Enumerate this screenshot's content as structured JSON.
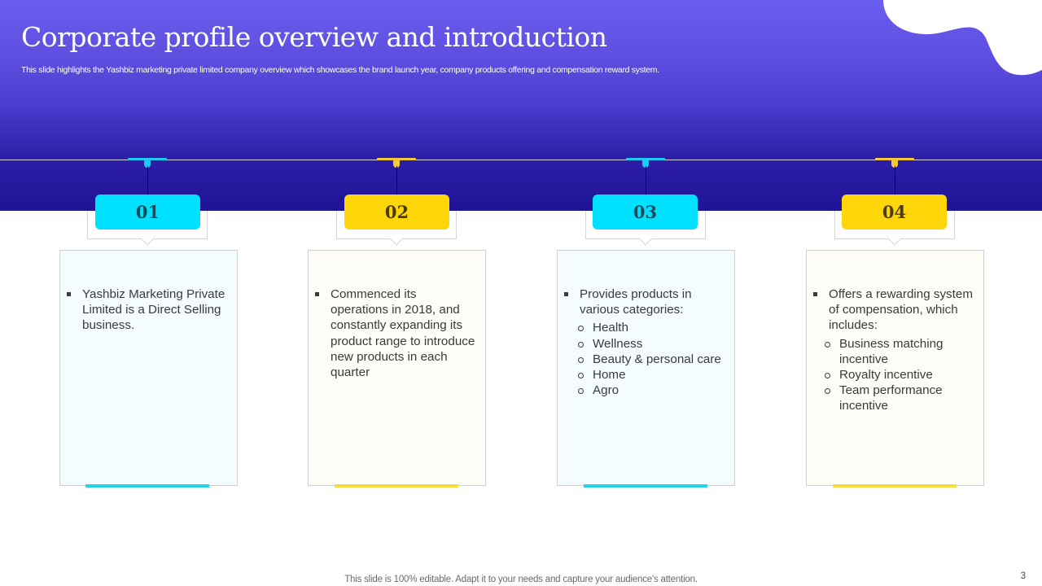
{
  "slide": {
    "title": "Corporate profile overview and introduction",
    "subtitle": "This slide highlights the Yashbiz marketing private limited company overview which showcases the brand launch year, company products offering and compensation reward system.",
    "footer": "This slide is 100% editable. Adapt it to your needs and capture your audience's attention.",
    "page_number": "3"
  },
  "colors": {
    "header_top": "#6a5cec",
    "header_bottom": "#1f1396",
    "cyan_accent": "#00e0ff",
    "yellow_accent": "#ffd60a",
    "text_dark": "#3a3a3a"
  },
  "steps": [
    {
      "number": "01",
      "color": "cyan",
      "bullet": "Yashbiz Marketing Private Limited is a Direct Selling business.",
      "sub_items": []
    },
    {
      "number": "02",
      "color": "yellow",
      "bullet": "Commenced its operations in 2018, and constantly expanding its product range to introduce new products in each quarter",
      "sub_items": []
    },
    {
      "number": "03",
      "color": "cyan",
      "bullet": "Provides products in various categories:",
      "sub_items": [
        "Health",
        "Wellness",
        "Beauty & personal care",
        "Home",
        "Agro"
      ]
    },
    {
      "number": "04",
      "color": "yellow",
      "bullet": "Offers a rewarding system of compensation, which includes:",
      "sub_items": [
        "Business matching incentive",
        "Royalty incentive",
        "Team performance incentive"
      ]
    }
  ]
}
